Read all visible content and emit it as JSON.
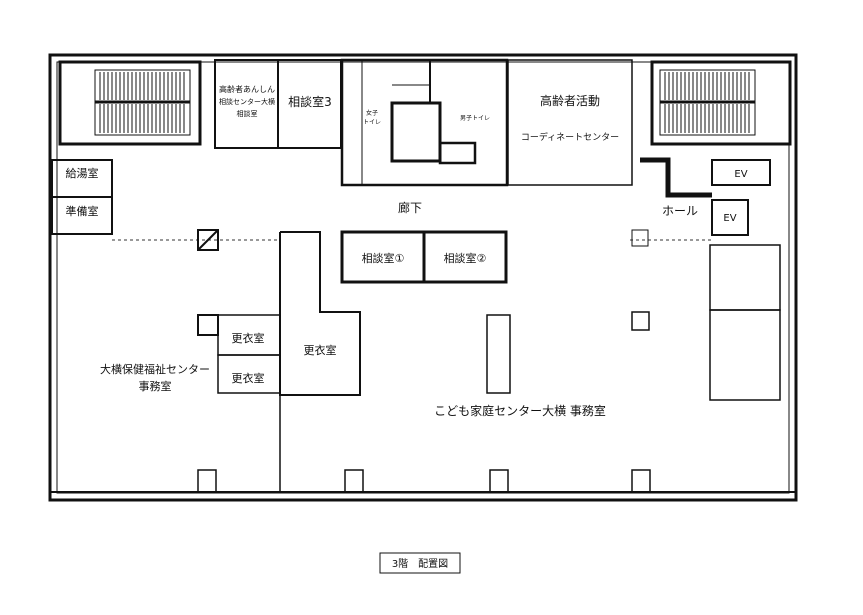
{
  "caption": "3階　配置図",
  "rooms": {
    "anshin": [
      "高齢者あんしん",
      "相談センター大横",
      "相談室"
    ],
    "soudan3": "相談室3",
    "female_toilet": [
      "女子",
      "トイレ"
    ],
    "male_toilet": "男子トイレ",
    "koureisha": "高齢者活動",
    "coordinate": "コーディネートセンター",
    "kyuto": "給湯室",
    "junbi": "準備室",
    "corridor": "廊下",
    "hall": "ホール",
    "ev1": "EV",
    "ev2": "EV",
    "soudan1": "相談室①",
    "soudan2": "相談室②",
    "koui_big": "更衣室",
    "koui_small1": "更衣室",
    "koui_small2": "更衣室",
    "hoken": [
      "大横保健福祉センター",
      "事務室"
    ],
    "kodomo": "こども家庭センター大横 事務室"
  }
}
